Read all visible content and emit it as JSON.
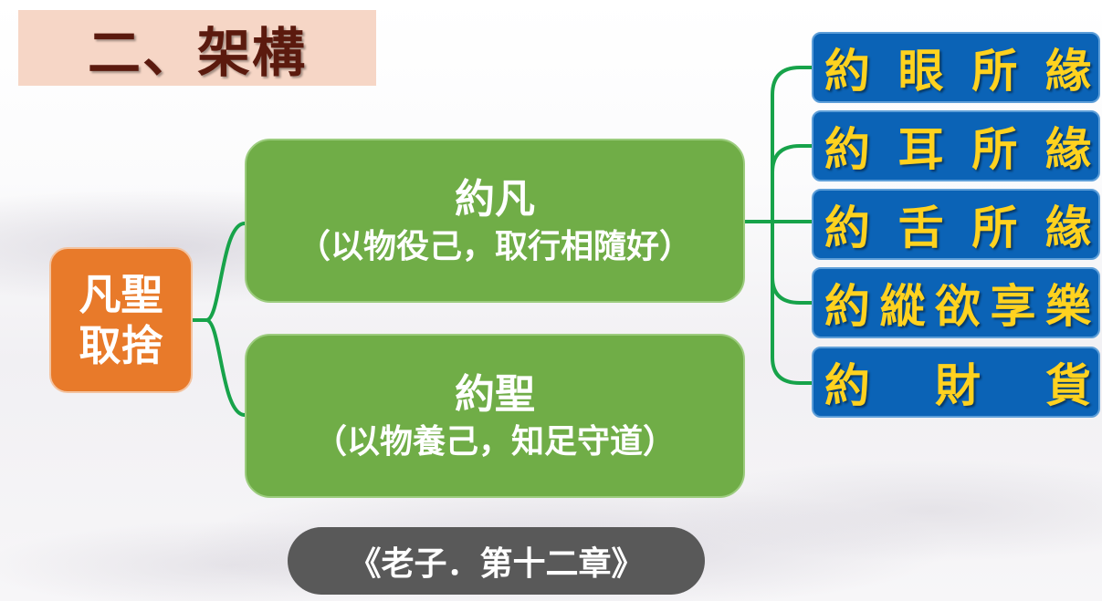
{
  "title": "二、架構",
  "root": {
    "line1": "凡聖",
    "line2": "取捨"
  },
  "branches": [
    {
      "main": "約凡",
      "sub": "（以物役己，取行相隨好）"
    },
    {
      "main": "約聖",
      "sub": "（以物養己，知足守道）"
    }
  ],
  "leaves": [
    {
      "chars": [
        "約",
        "眼",
        "所",
        "緣"
      ]
    },
    {
      "chars": [
        "約",
        "耳",
        "所",
        "緣"
      ]
    },
    {
      "chars": [
        "約",
        "舌",
        "所",
        "緣"
      ]
    },
    {
      "chars": [
        "約",
        "縱",
        "欲",
        "享",
        "樂"
      ]
    },
    {
      "chars": [
        "約",
        "財",
        "貨"
      ]
    }
  ],
  "source": "《老子．第十二章》",
  "colors": {
    "title_bg": "#f6d6c6",
    "title_text": "#5b1a0e",
    "root_bg": "#e87a2a",
    "branch_bg": "#70ad47",
    "leaf_bg": "#0b63b6",
    "leaf_text": "#ffd21f",
    "connector": "#17a34a",
    "source_bg": "#595959"
  }
}
